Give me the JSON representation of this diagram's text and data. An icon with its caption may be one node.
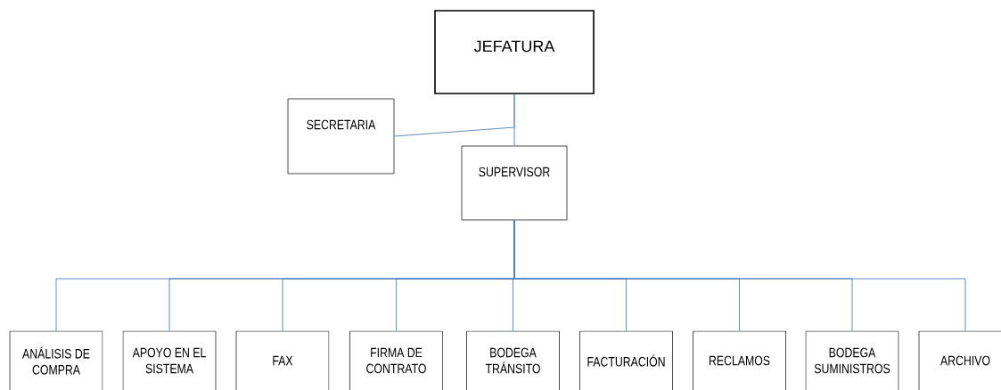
{
  "diagram": {
    "nodes": [
      {
        "text": [
          "JEFATURA"
        ]
      },
      {
        "text": [
          "SECRETARIA"
        ]
      },
      {
        "text": [
          "SUPERVISOR"
        ]
      },
      {
        "text": [
          "ANÁLISIS DE COMPRA"
        ]
      },
      {
        "text": [
          "APOYO EN EL SISTEMA"
        ]
      },
      {
        "text": [
          "FAX"
        ]
      },
      {
        "text": [
          "FIRMA DE CONTRATO"
        ]
      },
      {
        "text": [
          "BODEGA TRÁNSITO"
        ]
      },
      {
        "text": [
          "FACTURACIÓN"
        ]
      },
      {
        "text": [
          "RECLAMOS"
        ]
      },
      {
        "text": [
          "BODEGA SUMINISTROS"
        ]
      },
      {
        "text": [
          "ARCHIVO"
        ]
      }
    ],
    "edges": [
      {
        "from": 0,
        "to": 2,
        "arrow": "none"
      },
      {
        "from": 0,
        "to": 1,
        "arrow": "none"
      },
      {
        "from": 2,
        "to": 3,
        "arrow": "none"
      },
      {
        "from": 2,
        "to": 4,
        "arrow": "none"
      },
      {
        "from": 2,
        "to": 5,
        "arrow": "none"
      },
      {
        "from": 2,
        "to": 6,
        "arrow": "none"
      },
      {
        "from": 2,
        "to": 7,
        "arrow": "none"
      },
      {
        "from": 2,
        "to": 8,
        "arrow": "none"
      },
      {
        "from": 2,
        "to": 9,
        "arrow": "none"
      },
      {
        "from": 2,
        "to": 10,
        "arrow": "none"
      },
      {
        "from": 2,
        "to": 11,
        "arrow": "none"
      }
    ]
  }
}
